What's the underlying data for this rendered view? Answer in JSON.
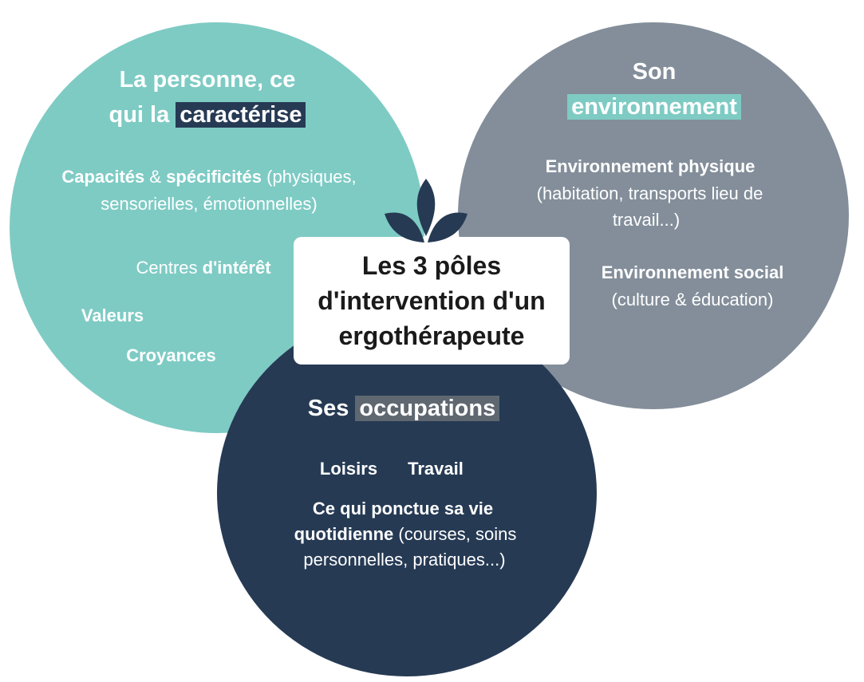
{
  "center": {
    "title": "Les 3 pôles\nd'intervention d'un\nergothérapeute"
  },
  "person": {
    "title_line1": "La personne, ce",
    "title_prefix": "qui la ",
    "title_highlight": "caractérise",
    "cap_bold1": "Capacités",
    "cap_amp": " & ",
    "cap_bold2": "spécificités",
    "cap_rest1": " (physiques,",
    "cap_rest2": "sensorielles, émotionnelles)",
    "interets_prefix": "Centres ",
    "interets_bold": "d'intérêt",
    "valeurs": "Valeurs",
    "croyances": "Croyances"
  },
  "environment": {
    "title_line1": "Son",
    "title_highlight": "environnement",
    "physique_title": "Environnement physique",
    "physique_line1": "(habitation, transports lieu de",
    "physique_line2": "travail...)",
    "social_title": "Environnement social",
    "social_detail": "(culture & éducation)"
  },
  "occupations": {
    "title_prefix": "Ses ",
    "title_highlight": "occupations",
    "loisirs": "Loisirs",
    "travail": "Travail",
    "vie_line1": "Ce qui ponctue sa vie",
    "vie_bold": "quotidienne",
    "vie_rest": " (courses,  soins",
    "vie_line3": "personnelles, pratiques...)"
  },
  "colors": {
    "person_circle": "#7ecbc4",
    "environment_circle": "#838e9a",
    "occupations_circle": "#263a54",
    "leaf": "#263a54"
  },
  "icons": {
    "logo": "three-leaf-icon"
  }
}
